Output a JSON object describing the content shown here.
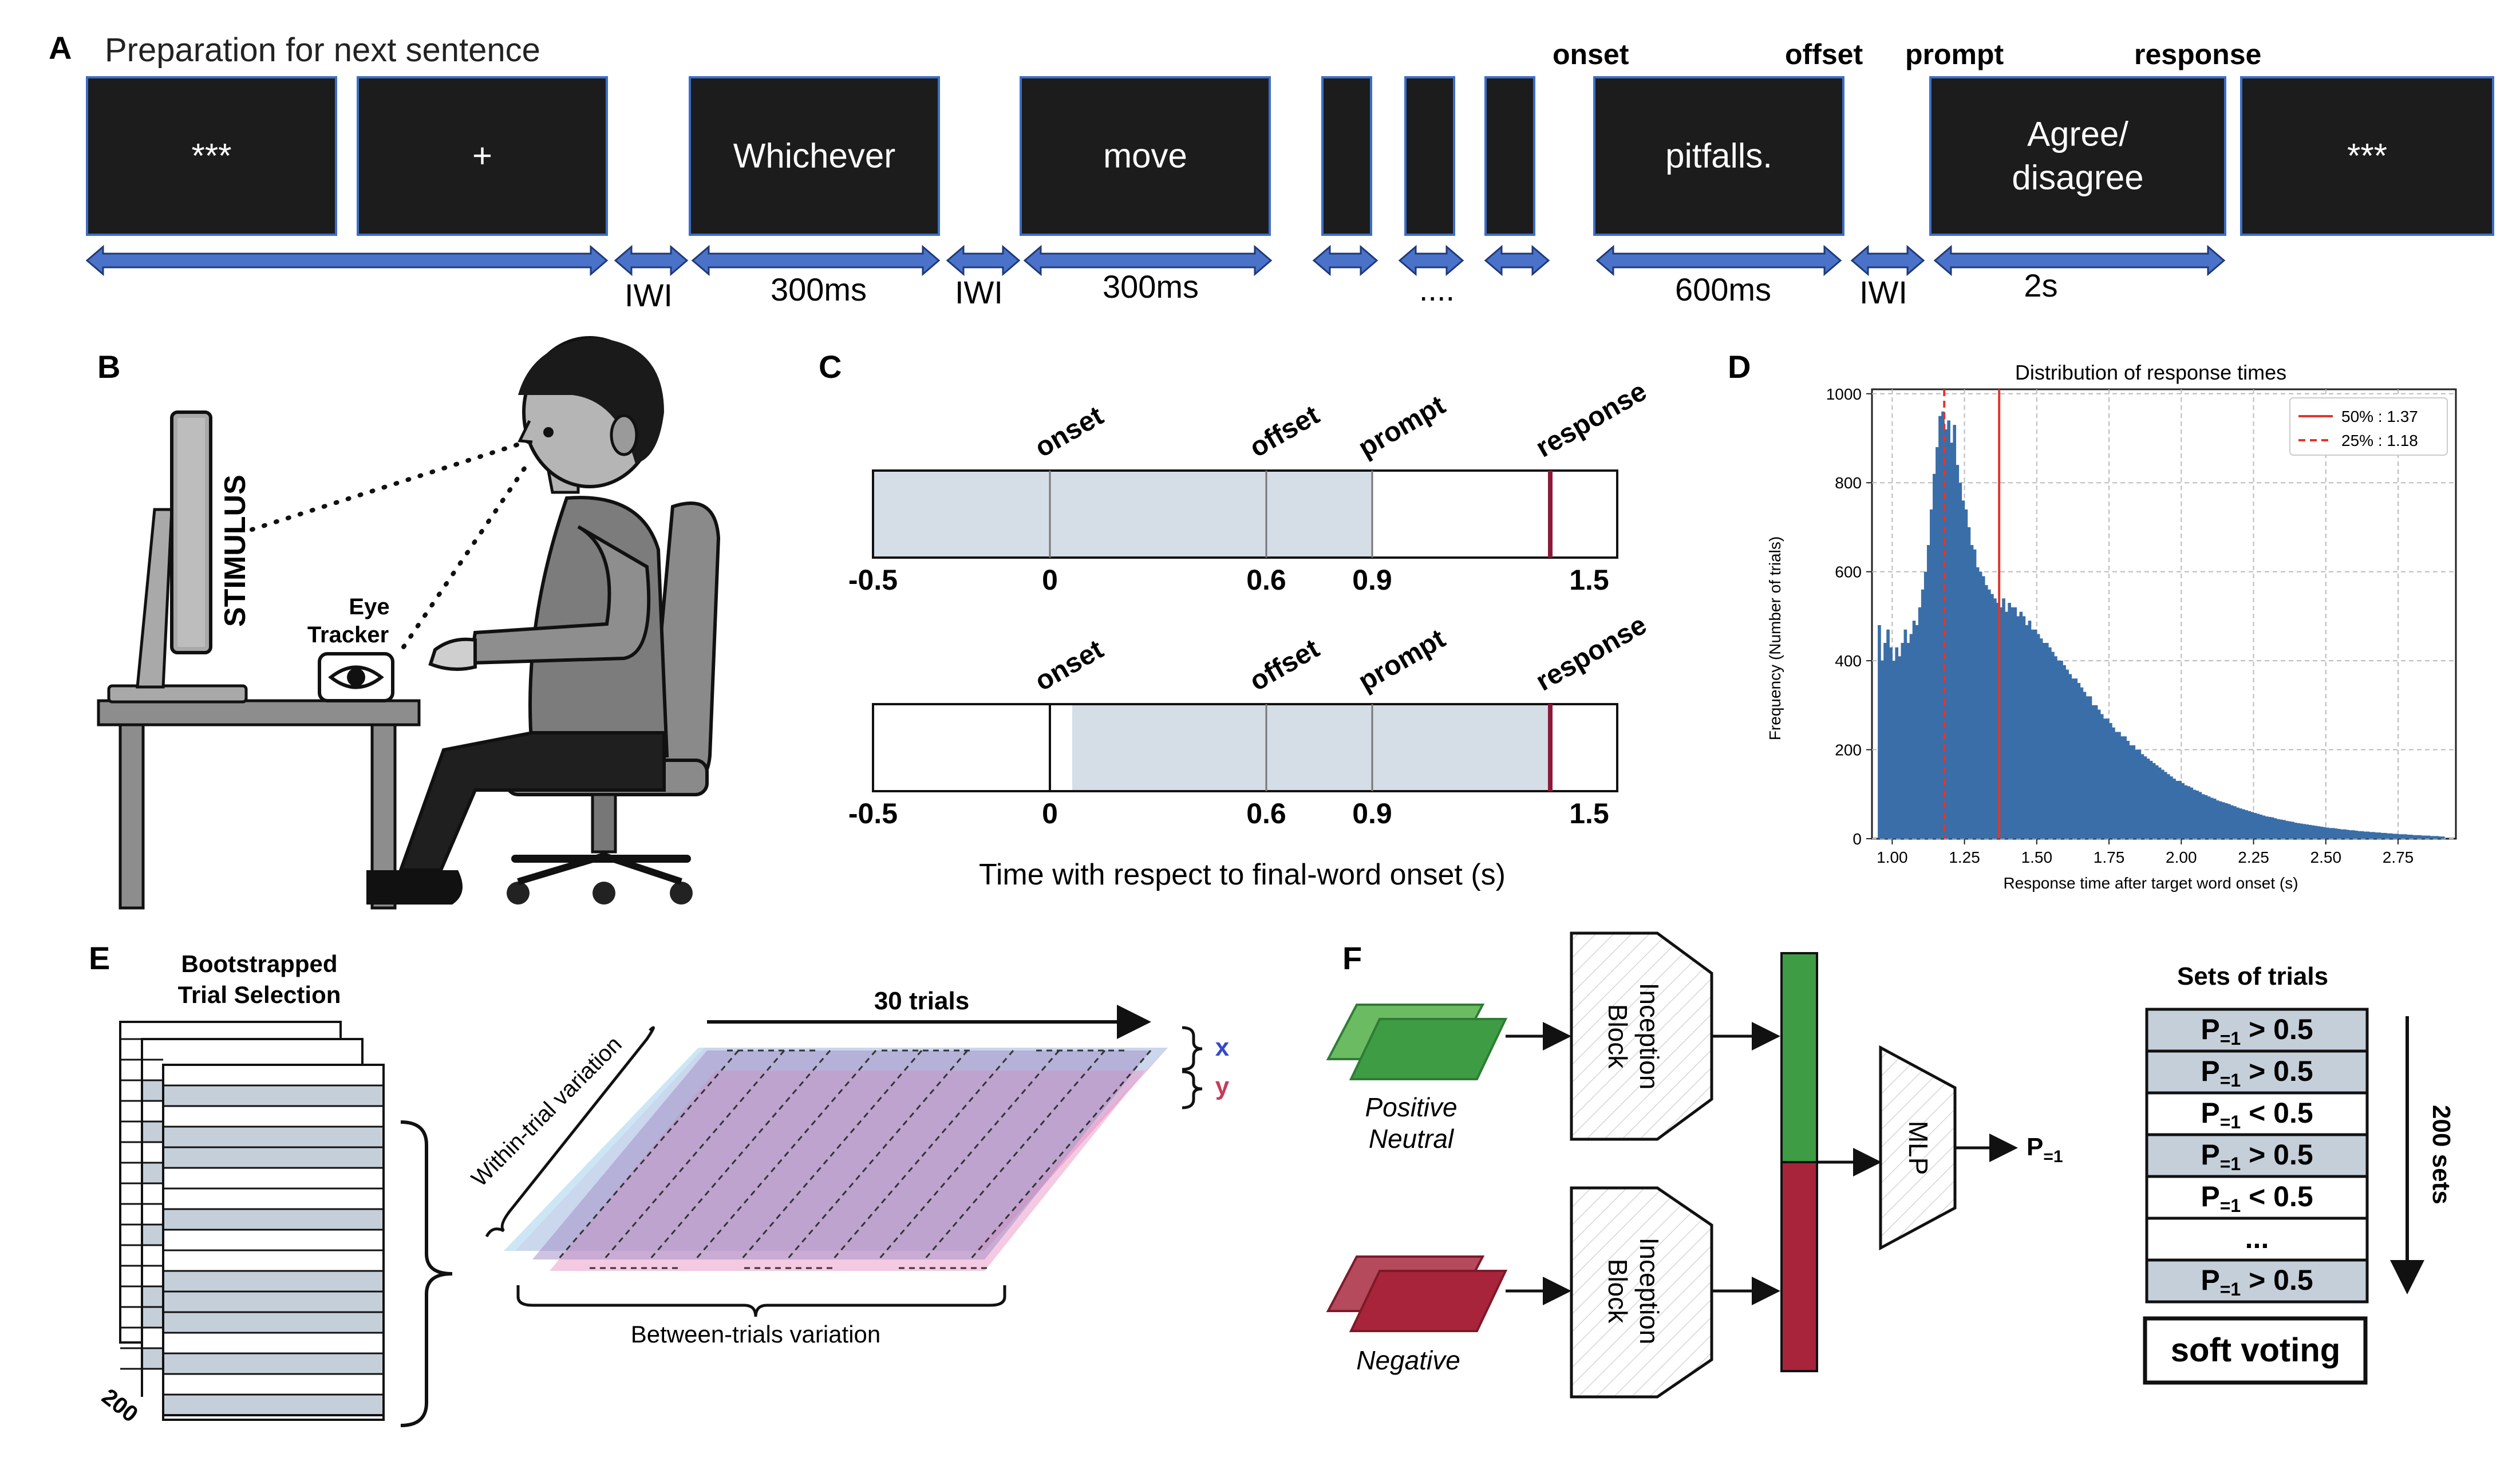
{
  "panel_labels": {
    "a": "A",
    "b": "B",
    "c": "C",
    "d": "D",
    "e": "E",
    "f": "F"
  },
  "panel_a": {
    "heading": "Preparation for next sentence",
    "screens": [
      {
        "text": "***"
      },
      {
        "text": "+"
      },
      {
        "text": "Whichever"
      },
      {
        "text": "move"
      },
      {
        "text": ""
      },
      {
        "text": ""
      },
      {
        "text": ""
      },
      {
        "text": "pitfalls."
      },
      {
        "text": "Agree/ disagree"
      },
      {
        "text": "***"
      }
    ],
    "top_labels": {
      "onset": "onset",
      "offset": "offset",
      "prompt": "prompt",
      "response": "response"
    },
    "durations": {
      "iwi": "IWI",
      "d1": "300ms",
      "d2": "300ms",
      "ellipsis": "....",
      "d3": "600ms",
      "d4": "2s"
    },
    "arrow_color": "#4a72c8"
  },
  "panel_b": {
    "stimulus": "STIMULUS",
    "eye_tracker": [
      "Eye",
      "Tracker"
    ]
  },
  "panel_c": {
    "events": {
      "onset": "onset",
      "offset": "offset",
      "prompt": "prompt",
      "response": "response"
    },
    "ticks": [
      "-0.5",
      "0",
      "0.6",
      "0.9",
      "1.5"
    ],
    "xlabel": "Time with respect to final-word onset (s)",
    "shade_color": "#d5dde6",
    "response_color": "#8b1a3a"
  },
  "panel_d": {
    "chart_data": {
      "type": "bar",
      "title": "Distribution of response times",
      "xlabel": "Response time after target word onset (s)",
      "ylabel": "Frequency (Number of trials)",
      "xlim": [
        0.93,
        2.95
      ],
      "ylim": [
        0,
        1010
      ],
      "xticks": [
        "1.00",
        "1.25",
        "1.50",
        "1.75",
        "2.00",
        "2.25",
        "2.50",
        "2.75"
      ],
      "yticks": [
        "0",
        "200",
        "400",
        "600",
        "800",
        "1000"
      ],
      "grid": true,
      "legend_position": "top-right",
      "bar_color": "#3a6ea8",
      "bins": [
        [
          0.95,
          480
        ],
        [
          0.96,
          400
        ],
        [
          0.97,
          440
        ],
        [
          0.98,
          470
        ],
        [
          0.99,
          430
        ],
        [
          1.0,
          400
        ],
        [
          1.01,
          430
        ],
        [
          1.02,
          410
        ],
        [
          1.03,
          440
        ],
        [
          1.04,
          470
        ],
        [
          1.05,
          440
        ],
        [
          1.06,
          460
        ],
        [
          1.07,
          490
        ],
        [
          1.08,
          480
        ],
        [
          1.09,
          520
        ],
        [
          1.1,
          560
        ],
        [
          1.11,
          600
        ],
        [
          1.12,
          660
        ],
        [
          1.13,
          740
        ],
        [
          1.14,
          820
        ],
        [
          1.15,
          880
        ],
        [
          1.16,
          950
        ],
        [
          1.17,
          960
        ],
        [
          1.18,
          920
        ],
        [
          1.19,
          940
        ],
        [
          1.2,
          890
        ],
        [
          1.21,
          930
        ],
        [
          1.22,
          840
        ],
        [
          1.23,
          800
        ],
        [
          1.24,
          760
        ],
        [
          1.25,
          740
        ],
        [
          1.26,
          700
        ],
        [
          1.27,
          660
        ],
        [
          1.28,
          650
        ],
        [
          1.29,
          610
        ],
        [
          1.3,
          600
        ],
        [
          1.31,
          590
        ],
        [
          1.32,
          570
        ],
        [
          1.33,
          560
        ],
        [
          1.34,
          550
        ],
        [
          1.35,
          540
        ],
        [
          1.36,
          530
        ],
        [
          1.37,
          520
        ],
        [
          1.38,
          540
        ],
        [
          1.39,
          510
        ],
        [
          1.4,
          530
        ],
        [
          1.41,
          520
        ],
        [
          1.42,
          520
        ],
        [
          1.43,
          500
        ],
        [
          1.44,
          510
        ],
        [
          1.45,
          500
        ],
        [
          1.46,
          480
        ],
        [
          1.47,
          490
        ],
        [
          1.48,
          470
        ],
        [
          1.49,
          470
        ],
        [
          1.5,
          460
        ],
        [
          1.51,
          450
        ],
        [
          1.52,
          440
        ],
        [
          1.53,
          440
        ],
        [
          1.54,
          430
        ],
        [
          1.55,
          420
        ],
        [
          1.56,
          410
        ],
        [
          1.57,
          400
        ],
        [
          1.58,
          400
        ],
        [
          1.59,
          390
        ],
        [
          1.6,
          380
        ],
        [
          1.61,
          370
        ],
        [
          1.62,
          360
        ],
        [
          1.63,
          360
        ],
        [
          1.64,
          350
        ],
        [
          1.65,
          340
        ],
        [
          1.66,
          330
        ],
        [
          1.67,
          320
        ],
        [
          1.68,
          320
        ],
        [
          1.69,
          300
        ],
        [
          1.7,
          300
        ],
        [
          1.71,
          290
        ],
        [
          1.72,
          280
        ],
        [
          1.73,
          270
        ],
        [
          1.74,
          270
        ],
        [
          1.75,
          260
        ],
        [
          1.76,
          250
        ],
        [
          1.77,
          240
        ],
        [
          1.78,
          240
        ],
        [
          1.79,
          230
        ],
        [
          1.8,
          230
        ],
        [
          1.81,
          220
        ],
        [
          1.82,
          210
        ],
        [
          1.83,
          210
        ],
        [
          1.84,
          200
        ],
        [
          1.85,
          200
        ],
        [
          1.86,
          190
        ],
        [
          1.87,
          185
        ],
        [
          1.88,
          180
        ],
        [
          1.89,
          175
        ],
        [
          1.9,
          170
        ],
        [
          1.91,
          165
        ],
        [
          1.92,
          160
        ],
        [
          1.93,
          155
        ],
        [
          1.94,
          150
        ],
        [
          1.95,
          145
        ],
        [
          1.96,
          140
        ],
        [
          1.97,
          135
        ],
        [
          1.98,
          130
        ],
        [
          1.99,
          130
        ],
        [
          2.0,
          125
        ],
        [
          2.01,
          120
        ],
        [
          2.02,
          118
        ],
        [
          2.03,
          115
        ],
        [
          2.04,
          110
        ],
        [
          2.05,
          108
        ],
        [
          2.06,
          105
        ],
        [
          2.07,
          100
        ],
        [
          2.08,
          98
        ],
        [
          2.09,
          95
        ],
        [
          2.1,
          92
        ],
        [
          2.11,
          90
        ],
        [
          2.12,
          86
        ],
        [
          2.13,
          84
        ],
        [
          2.14,
          82
        ],
        [
          2.15,
          80
        ],
        [
          2.16,
          78
        ],
        [
          2.17,
          75
        ],
        [
          2.18,
          73
        ],
        [
          2.19,
          70
        ],
        [
          2.2,
          68
        ],
        [
          2.21,
          66
        ],
        [
          2.22,
          64
        ],
        [
          2.23,
          62
        ],
        [
          2.24,
          60
        ],
        [
          2.25,
          58
        ],
        [
          2.26,
          56
        ],
        [
          2.27,
          54
        ],
        [
          2.28,
          52
        ],
        [
          2.29,
          50
        ],
        [
          2.3,
          49
        ],
        [
          2.31,
          48
        ],
        [
          2.32,
          46
        ],
        [
          2.33,
          44
        ],
        [
          2.34,
          43
        ],
        [
          2.35,
          42
        ],
        [
          2.36,
          40
        ],
        [
          2.37,
          39
        ],
        [
          2.38,
          38
        ],
        [
          2.39,
          36
        ],
        [
          2.4,
          35
        ],
        [
          2.41,
          34
        ],
        [
          2.42,
          33
        ],
        [
          2.43,
          32
        ],
        [
          2.44,
          31
        ],
        [
          2.45,
          30
        ],
        [
          2.46,
          29
        ],
        [
          2.47,
          28
        ],
        [
          2.48,
          27
        ],
        [
          2.49,
          26
        ],
        [
          2.5,
          25
        ],
        [
          2.51,
          24
        ],
        [
          2.52,
          24
        ],
        [
          2.53,
          23
        ],
        [
          2.54,
          22
        ],
        [
          2.55,
          21
        ],
        [
          2.56,
          21
        ],
        [
          2.57,
          20
        ],
        [
          2.58,
          19
        ],
        [
          2.59,
          19
        ],
        [
          2.6,
          18
        ],
        [
          2.61,
          17
        ],
        [
          2.62,
          17
        ],
        [
          2.63,
          16
        ],
        [
          2.64,
          16
        ],
        [
          2.65,
          15
        ],
        [
          2.66,
          15
        ],
        [
          2.67,
          14
        ],
        [
          2.68,
          14
        ],
        [
          2.69,
          13
        ],
        [
          2.7,
          13
        ],
        [
          2.71,
          12
        ],
        [
          2.72,
          12
        ],
        [
          2.73,
          11
        ],
        [
          2.74,
          11
        ],
        [
          2.75,
          10
        ],
        [
          2.76,
          10
        ],
        [
          2.77,
          10
        ],
        [
          2.78,
          9
        ],
        [
          2.79,
          9
        ],
        [
          2.8,
          8
        ],
        [
          2.81,
          8
        ],
        [
          2.82,
          8
        ],
        [
          2.83,
          7
        ],
        [
          2.84,
          7
        ],
        [
          2.85,
          7
        ],
        [
          2.86,
          6
        ],
        [
          2.87,
          6
        ],
        [
          2.88,
          6
        ],
        [
          2.89,
          5
        ],
        [
          2.9,
          5
        ]
      ],
      "bin_width": 0.01,
      "vlines": [
        {
          "x": 1.37,
          "label": "50% : 1.37",
          "style": "solid",
          "color": "#e0362c"
        },
        {
          "x": 1.18,
          "label": "25% : 1.18",
          "style": "dashed",
          "color": "#e0362c"
        }
      ]
    }
  },
  "panel_e": {
    "title": [
      "Bootstrapped",
      "Trial Selection"
    ],
    "count_label": "200",
    "trials_label": "30 trials",
    "x_label": "x",
    "y_label": "y",
    "within_label": "Within-trial variation",
    "between_label": "Between-trials variation"
  },
  "panel_f": {
    "pos_label": [
      "Positive",
      "Neutral"
    ],
    "neg_label": "Negative",
    "inception": [
      "Inception",
      "Block"
    ],
    "mlp": "MLP",
    "output": "P",
    "output_sub": "=1",
    "sets_title": "Sets of trials",
    "sets": [
      {
        "p": "P",
        "sub": "=1",
        "cmp": "> 0.5",
        "shaded": true
      },
      {
        "p": "P",
        "sub": "=1",
        "cmp": "> 0.5",
        "shaded": true
      },
      {
        "p": "P",
        "sub": "=1",
        "cmp": "< 0.5",
        "shaded": false
      },
      {
        "p": "P",
        "sub": "=1",
        "cmp": "> 0.5",
        "shaded": true
      },
      {
        "p": "P",
        "sub": "=1",
        "cmp": "< 0.5",
        "shaded": false
      },
      {
        "p": "...",
        "sub": "",
        "cmp": "",
        "shaded": false
      },
      {
        "p": "P",
        "sub": "=1",
        "cmp": "> 0.5",
        "shaded": true
      }
    ],
    "sets_count": "200 sets",
    "soft_voting": "soft voting",
    "green": "#3e9c45",
    "red": "#a8243a"
  }
}
